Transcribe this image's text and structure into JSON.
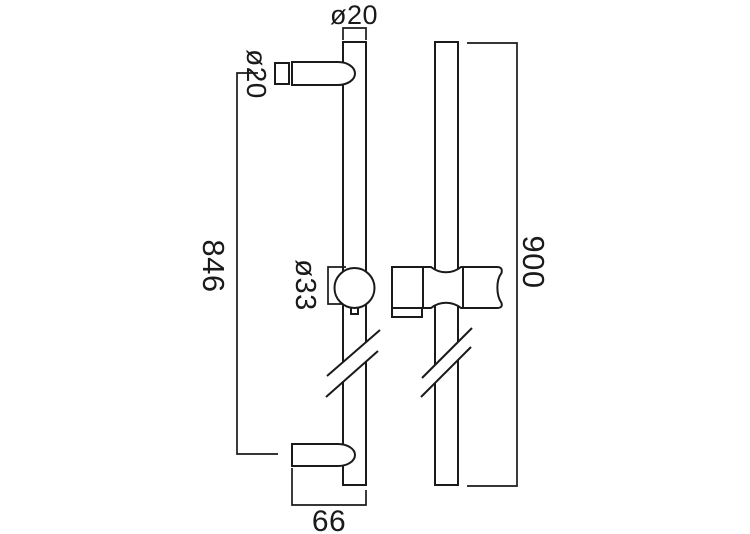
{
  "canvas": {
    "background_color": "#ffffff",
    "line_color": "#1a1a1a"
  },
  "drawing": {
    "type": "technical-dimension-drawing",
    "subject": "shower slide rail - front and side elevations",
    "units_shown": "none",
    "dimensions": {
      "rail_diameter": "ø20",
      "arm_diameter": "ø20",
      "fixing_centres_height": "846",
      "slider_knob_diameter": "ø33",
      "wall_projection": "66",
      "overall_length": "900"
    }
  }
}
